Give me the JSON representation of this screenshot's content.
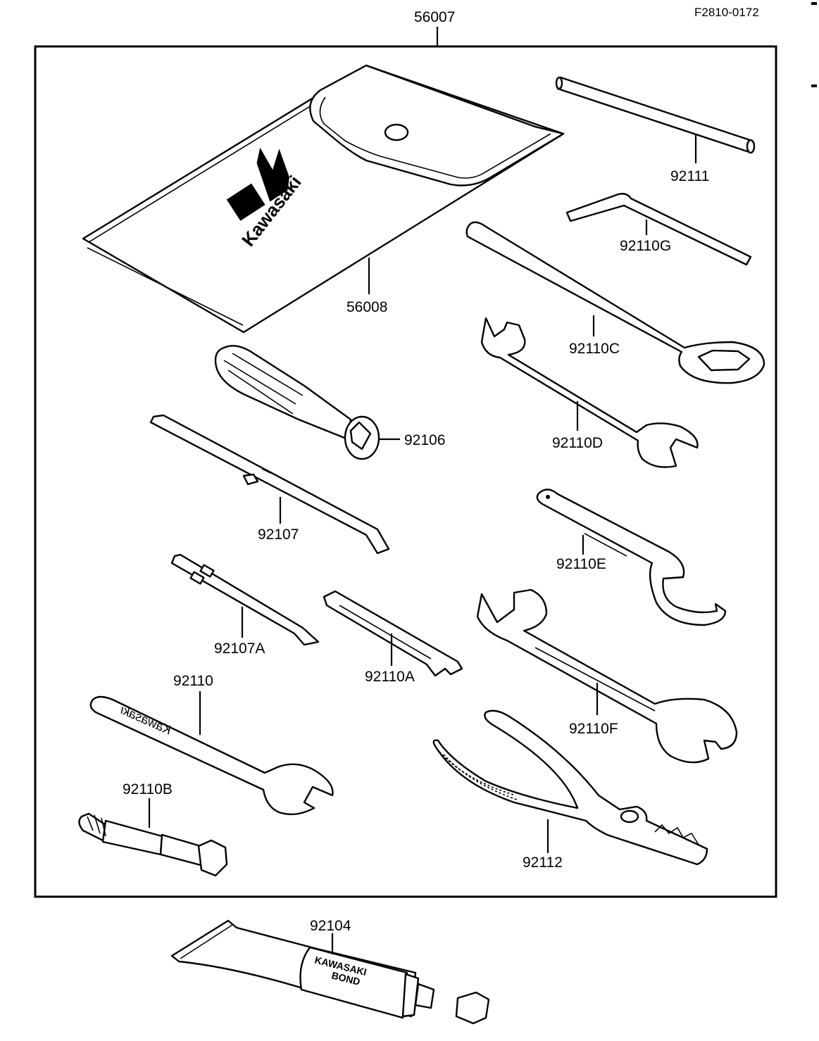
{
  "reference_code": "F2810-0172",
  "kit_label": "56007",
  "pouch": {
    "label": "56008",
    "logo_text": "Kawasaki"
  },
  "tube": {
    "label": "92104",
    "print_line1": "KAWASAKI",
    "print_line2": "BOND"
  },
  "wrench_92110_print": "Kawasaki",
  "parts": {
    "p92111": "92111",
    "p92110G": "92110G",
    "p92110C": "92110C",
    "p92110D": "92110D",
    "p92106": "92106",
    "p92107": "92107",
    "p92110E": "92110E",
    "p92107A": "92107A",
    "p92110A": "92110A",
    "p92110": "92110",
    "p92110F": "92110F",
    "p92110B": "92110B",
    "p92112": "92112"
  }
}
